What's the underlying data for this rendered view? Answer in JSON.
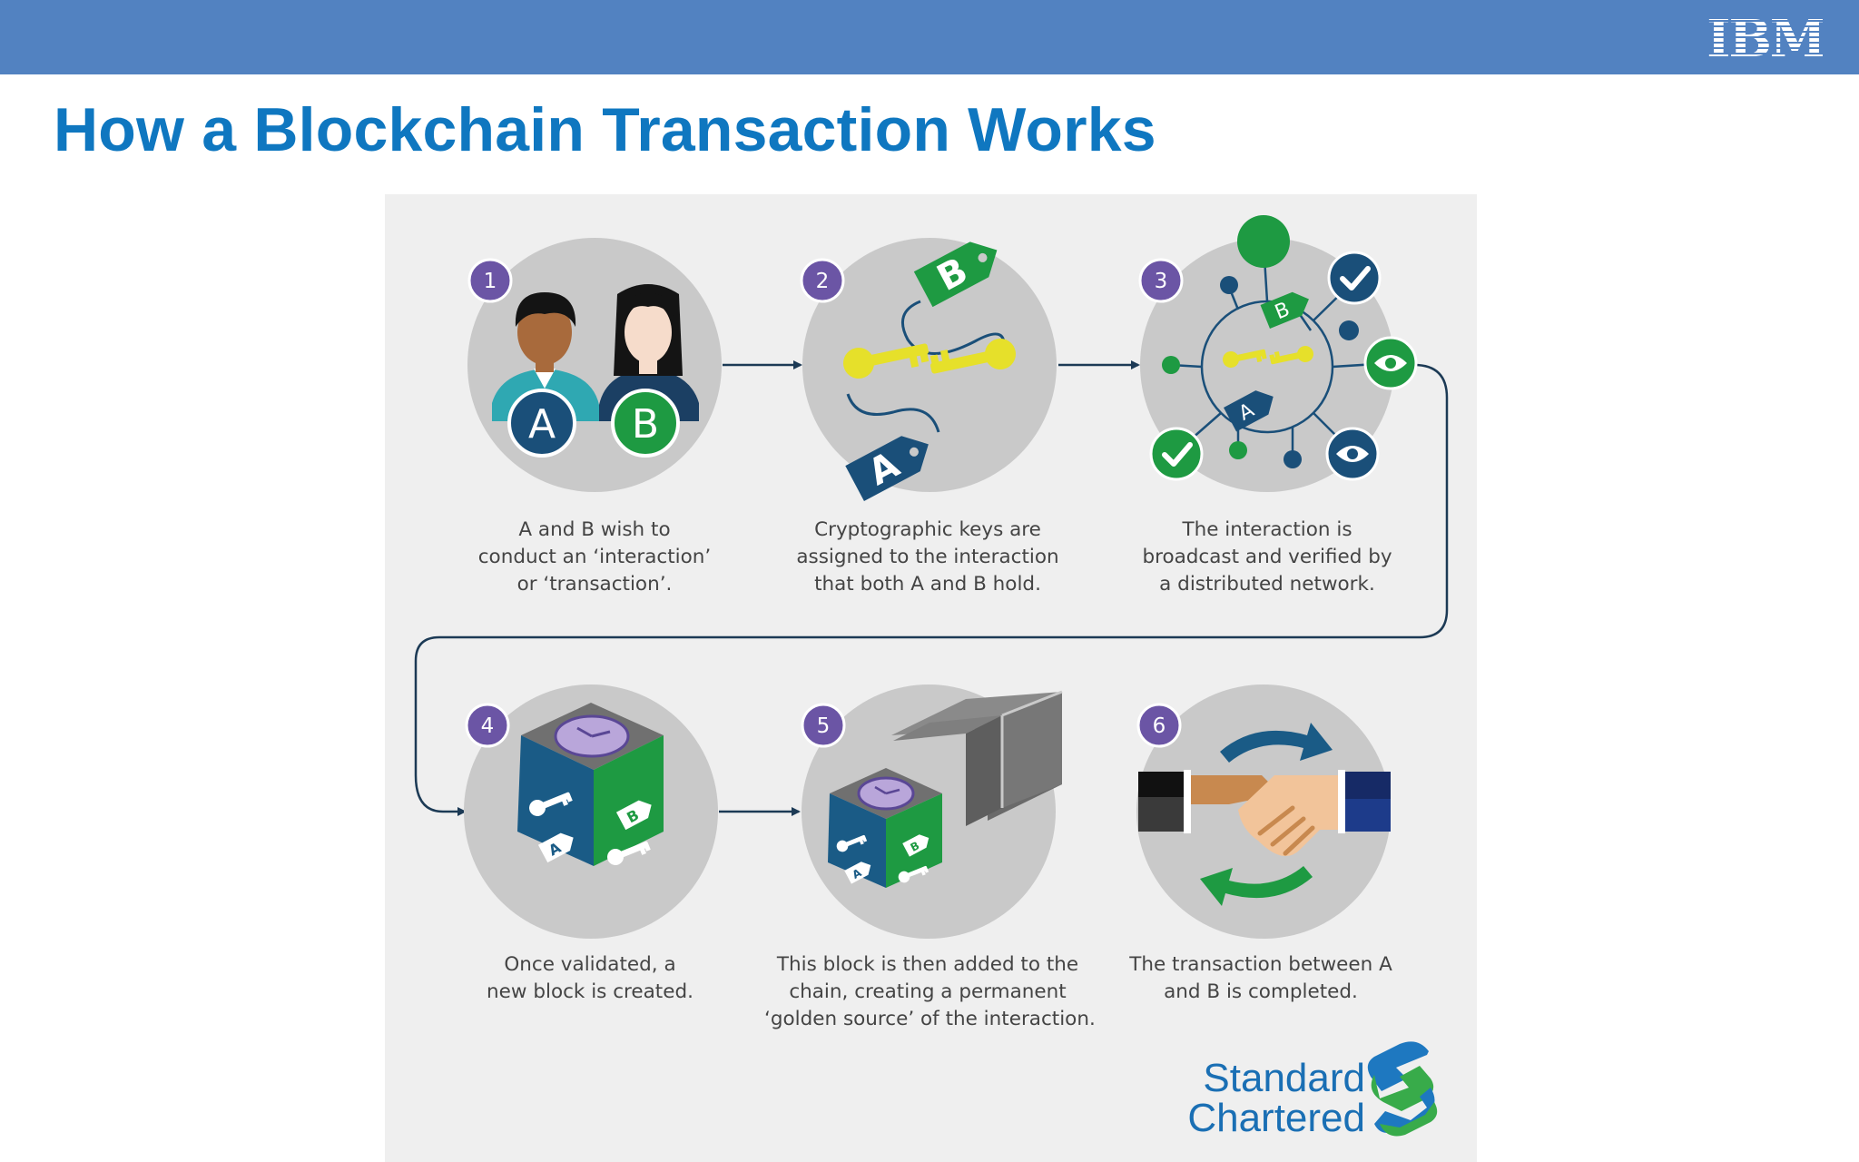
{
  "header": {
    "brand_logo": "IBM",
    "bar_color": "#5282c1"
  },
  "slide": {
    "title": "How a Blockchain Transaction Works",
    "title_color": "#0f77c0"
  },
  "steps": [
    {
      "number": "1",
      "caption": [
        "A and B wish to",
        "conduct an ‘interaction’",
        "or ‘transaction’."
      ],
      "labels": [
        "A",
        "B"
      ]
    },
    {
      "number": "2",
      "caption": [
        "Cryptographic keys are",
        "assigned to the interaction",
        "that both A and B hold."
      ],
      "labels": [
        "B",
        "A"
      ]
    },
    {
      "number": "3",
      "caption": [
        "The interaction is",
        "broadcast and verified by",
        "a distributed network."
      ],
      "labels": [
        "B",
        "A"
      ]
    },
    {
      "number": "4",
      "caption": [
        "Once validated, a",
        "new block is created."
      ],
      "labels": [
        "B",
        "A"
      ]
    },
    {
      "number": "5",
      "caption": [
        "This block is then added to the",
        "chain, creating a permanent",
        "‘golden source’ of the interaction."
      ],
      "labels": [
        "B",
        "A"
      ]
    },
    {
      "number": "6",
      "caption": [
        "The transaction between A",
        "and B is completed."
      ]
    }
  ],
  "footer_logo": {
    "line1": "Standard",
    "line2": "Chartered"
  },
  "colors": {
    "step_badge": "#6b55a5",
    "navy": "#1a4f79",
    "green": "#1e9a42",
    "key_yellow": "#e6e02a",
    "circle_gray": "#c9c9c9"
  },
  "icons": [
    "user-a-icon",
    "user-b-icon",
    "key-icon",
    "tag-icon",
    "check-icon",
    "eye-icon",
    "clock-icon",
    "cube-block-icon",
    "handshake-icon",
    "arrow-icon"
  ]
}
